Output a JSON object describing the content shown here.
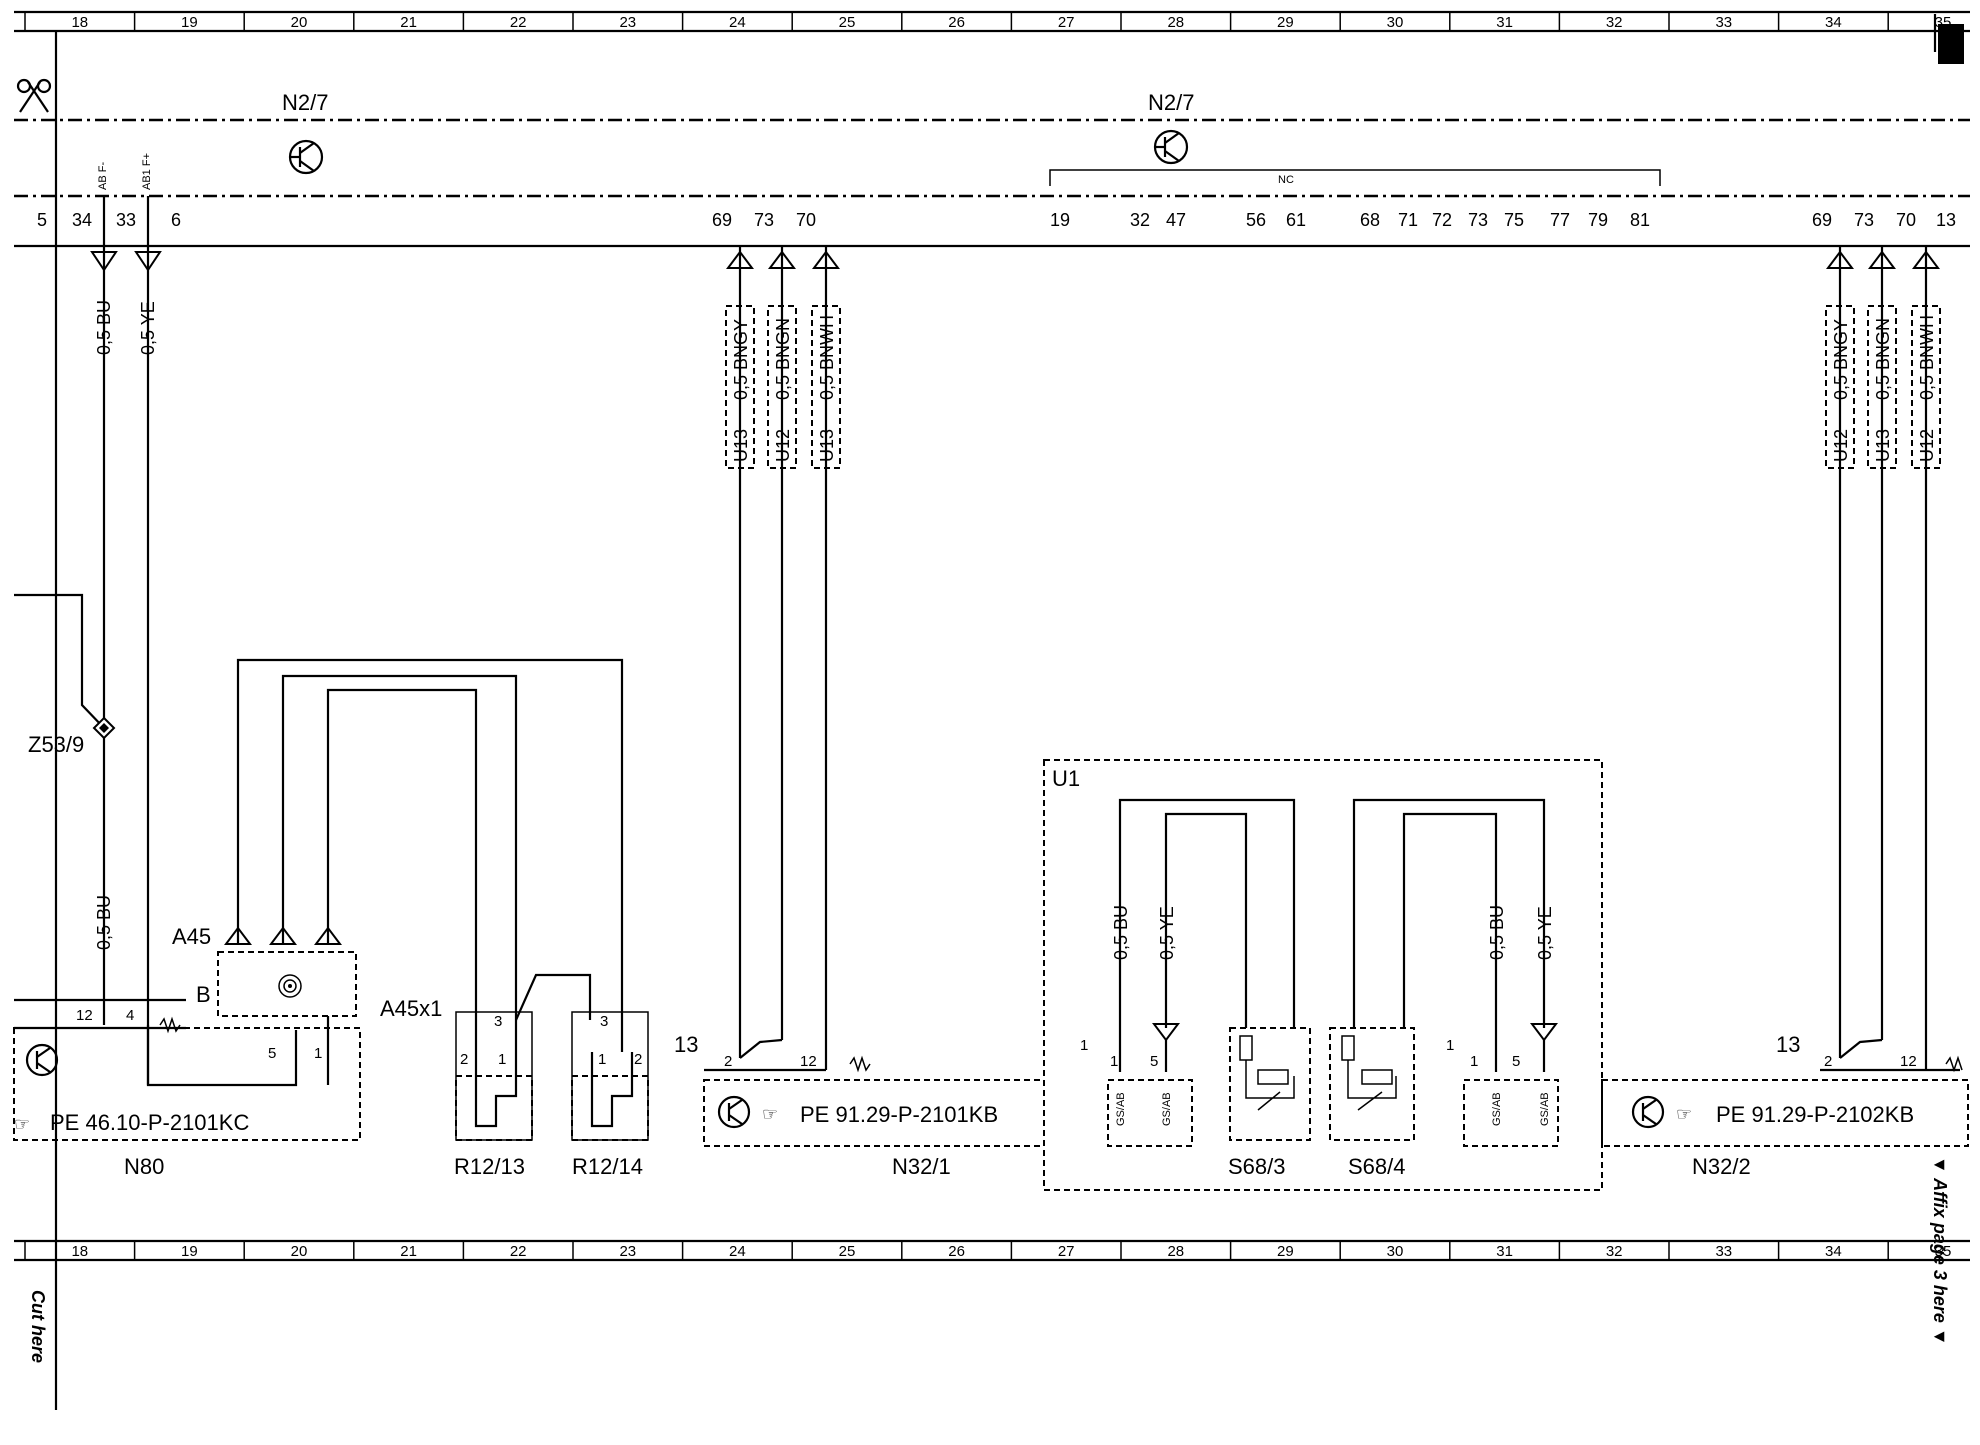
{
  "grid": {
    "top_labels": [
      "18",
      "19",
      "20",
      "21",
      "22",
      "23",
      "24",
      "25",
      "26",
      "27",
      "28",
      "29",
      "30",
      "31",
      "32",
      "33",
      "34",
      "35"
    ],
    "bottom_labels": [
      "18",
      "19",
      "20",
      "21",
      "22",
      "23",
      "24",
      "25",
      "26",
      "27",
      "28",
      "29",
      "30",
      "31",
      "32",
      "33",
      "34",
      "35"
    ]
  },
  "header": {
    "control_unit_left": "N2/7",
    "control_unit_right": "N2/7",
    "nc_label": "NC",
    "left_fuse_labels": [
      "AB F-",
      "AB1 F+"
    ]
  },
  "connector_pins": {
    "left": [
      "5",
      "34",
      "33",
      "6"
    ],
    "center": [
      "69",
      "73",
      "70"
    ],
    "nc_group": [
      "19",
      "32",
      "47",
      "56",
      "61",
      "68",
      "71",
      "72",
      "73",
      "75",
      "77",
      "79",
      "81"
    ],
    "right": [
      "69",
      "73",
      "70",
      "13"
    ]
  },
  "wires": {
    "left_top": [
      "0,5 BU",
      "0,5 YE"
    ],
    "left_bottom": "0,5 BU",
    "center": [
      "0,5 BNGY",
      "0,5 BNGN",
      "0,5 BNWH"
    ],
    "center_twist": [
      "U13",
      "U12",
      "U13"
    ],
    "right": [
      "0,5 BNGY",
      "0,5 BNGN",
      "0,5 BNWH"
    ],
    "right_twist": [
      "U12",
      "U13",
      "U12"
    ],
    "u1_left": [
      "0,5 BU",
      "0,5 YE"
    ],
    "u1_right": [
      "0,5 BU",
      "0,5 YE"
    ]
  },
  "components": {
    "z53": "Z53/9",
    "a45": "A45",
    "a45_pin": "B",
    "a45x1": "A45x1",
    "n80": "N80",
    "n80_ref": "PE 46.10-P-2101KC",
    "n80_pins": [
      "12",
      "4",
      "5",
      "1"
    ],
    "r12_13": "R12/13",
    "r12_14": "R12/14",
    "r12_13_pins": [
      "2",
      "1",
      "3"
    ],
    "r12_14_pins": [
      "3",
      "1",
      "2"
    ],
    "n32_1": "N32/1",
    "n32_1_ref": "PE 91.29-P-2101KB",
    "n32_1_pins": [
      "13",
      "2",
      "12"
    ],
    "n32_2": "N32/2",
    "n32_2_ref": "PE 91.29-P-2102KB",
    "n32_2_pins": [
      "13",
      "2",
      "12"
    ],
    "u1": "U1",
    "u1_pins_left": [
      "1",
      "1",
      "5"
    ],
    "u1_pins_right": [
      "1",
      "1",
      "5"
    ],
    "gsab": "GS/AB",
    "s68_3": "S68/3",
    "s68_4": "S68/4"
  },
  "side_notes": {
    "cut_here": "Cut here",
    "affix": "▼ Affix page 3 here ▼"
  }
}
